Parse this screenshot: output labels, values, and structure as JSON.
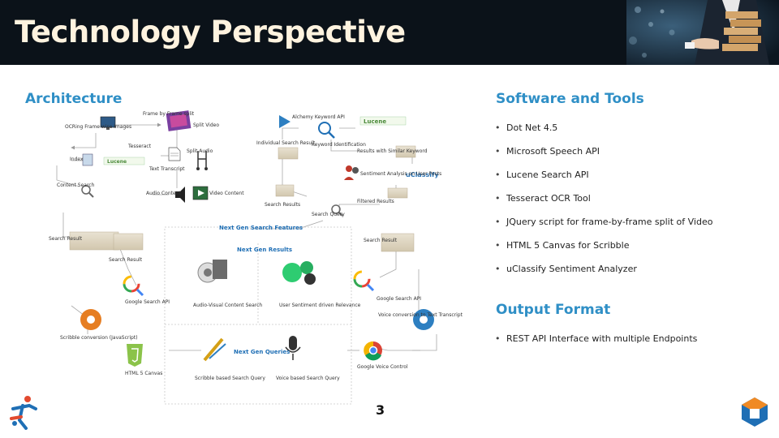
{
  "title": "Technology Perspective",
  "sections": {
    "architecture": "Architecture",
    "software": "Software and Tools",
    "output": "Output Format"
  },
  "software_items": [
    "Dot Net 4.5",
    "Microsoft Speech API",
    "Lucene Search API",
    "Tesseract OCR Tool",
    "JQuery script for frame-by-frame split of Video",
    "HTML 5 Canvas for Scribble",
    "uClassify Sentiment Analyzer"
  ],
  "output_items": [
    "REST API Interface with multiple Endpoints"
  ],
  "page_number": "3",
  "diagram": {
    "labels": {
      "frame_split": "Frame by Frame split",
      "split_video": "Split Video",
      "ocr_images": "OCRing Frame wise Images",
      "tesseract": "Tesseract",
      "split_audio": "Split Audio",
      "index": "Index",
      "text_transcript": "Text Transcript",
      "content_search": "Content Search",
      "audio_content": "Audio Content",
      "video_content": "Video Content",
      "alchemy": "Alchemy Keyword API",
      "keyword_identification": "Keyword Identification",
      "individual_result": "Individual Search Result",
      "results_similar": "Results with Similar Keyword",
      "sentiment_analysis": "Sentiment Analysis on User Posts",
      "filtered_results": "Filtered Results",
      "search_results": "Search Results",
      "search_query": "Search Query",
      "search_result_left": "Search Result",
      "search_result_right": "Search Result",
      "search_result_mid": "Search Result",
      "next_gen_features": "Next Gen Search Features",
      "next_gen_results": "Next Gen Results",
      "av_content_search": "Audio-Visual Content Search",
      "user_sentiment": "User Sentiment driven Relevance",
      "google_search_api_left": "Google Search API",
      "google_search_api_right": "Google Search API",
      "voice_conversion": "Voice conversion to Text Transcript",
      "scribble_conversion": "Scribble conversion (JavaScript)",
      "html5_canvas": "HTML 5 Canvas",
      "next_gen_queries": "Next Gen Queries",
      "scribble_query": "Scribble based Search Query",
      "voice_query": "Voice based Search Query",
      "google_voice": "Google Voice Control",
      "lucene_logo_text": "Lucene",
      "uclassify_logo_text": "uClassify"
    }
  }
}
